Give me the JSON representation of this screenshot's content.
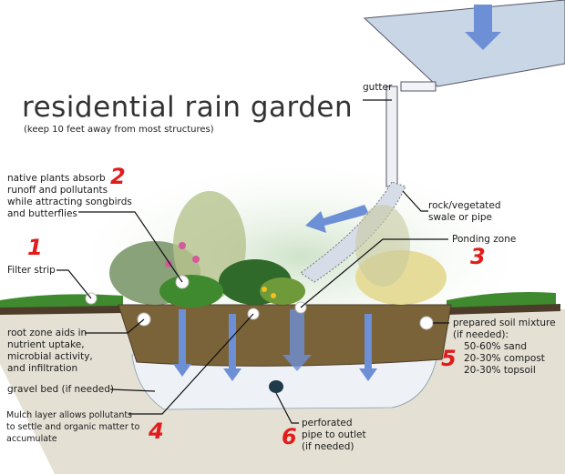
{
  "title": "residential rain garden",
  "subtitle": "(keep 10 feet away from most structures)",
  "labels": {
    "gutter": "gutter",
    "swale": [
      "rock/vegetated",
      "swale or pipe"
    ],
    "native_plants": [
      "native plants absorb",
      "runoff and pollutants",
      "while attracting songbirds",
      "and butterflies"
    ],
    "filter_strip": "Filter strip",
    "ponding_zone": "Ponding zone",
    "root_zone": [
      "root zone aids in",
      "nutrient uptake,",
      "microbial activity,",
      "and infiltration"
    ],
    "gravel_bed": "gravel bed (if needed)",
    "mulch": [
      "Mulch layer allows pollutants",
      "to settle and organic matter to",
      "accumulate"
    ],
    "soil_mixture": [
      "prepared soil mixture",
      "(if needed):",
      "50-60% sand",
      "20-30% compost",
      "20-30% topsoil"
    ],
    "pipe": [
      "perforated",
      "pipe to outlet",
      "(if needed)"
    ]
  },
  "numbers": {
    "filter_strip": "1",
    "native_plants": "2",
    "ponding_zone": "3",
    "mulch": "4",
    "soil_mixture": "5",
    "pipe": "6"
  },
  "colors": {
    "number_red": "#e21b1b",
    "water_blue": "#6d8fd6",
    "soil": "#7a6338",
    "grass": "#3f8a2e"
  }
}
